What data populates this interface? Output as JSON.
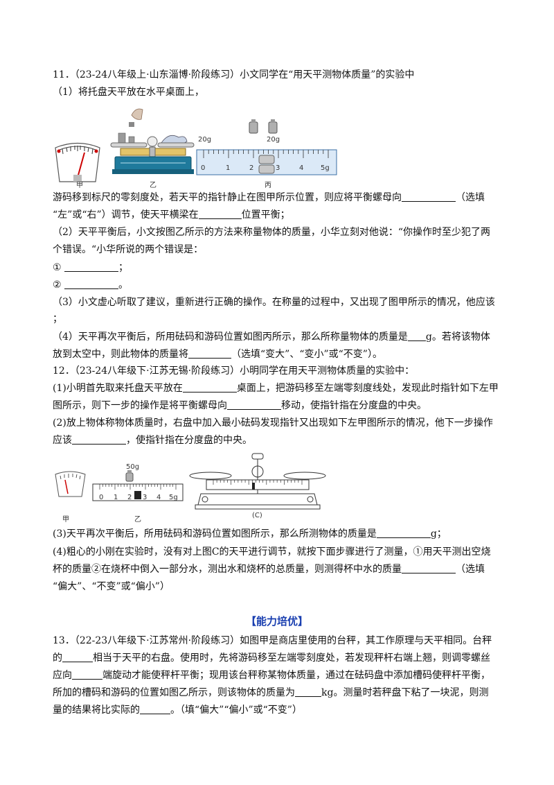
{
  "q11": {
    "head": "11．（23-24八年级上·山东淄博·阶段练习）小文同学在“用天平测物体质量”的实验中",
    "p1": "（1）将托盘天平放在水平桌面上，",
    "fig_captions": {
      "jia": "甲",
      "yi": "乙",
      "bing": "丙"
    },
    "fig_weights": [
      "20g",
      "20g"
    ],
    "fig_scale": [
      "0",
      "1",
      "2",
      "3",
      "4",
      "5g"
    ],
    "p2a": "游码移到标尺的零刻度处，若天平的指针静止在图甲所示位置，则应将平衡螺母向",
    "p2b": "（选填",
    "p3a": "“左”或“右”）调节，使天平横梁在",
    "p3b": "位置平衡；",
    "p4": "（2）天平平衡后，小文按图乙所示的方法来称量物体的质量，小华立刻对他说：“你操作时至少犯了两",
    "p5": "个错误。“小华所说的两个错误是：",
    "e1": "①",
    "e1_end": "；",
    "e2": "②",
    "e2_end": "。",
    "p6": "（3）小文虚心听取了建议，重新进行正确的操作。在称量的过程中，又出现了图甲所示的情况，他应该",
    "p7": "；",
    "p8a": "（4）天平再次平衡后，所用砝码和游码位置如图丙所示，那么所称量物体的质量是",
    "p8b": "g。若将该物体",
    "p9a": "放到太空中，则此物体的质量将",
    "p9b": "（选填“变大”、“变小”或“不变”）。"
  },
  "q12": {
    "head": "12．（23-24八年级下·江苏无锡·阶段练习）小明同学在用天平测物体质量的实验中：",
    "p1a": "(1)小明首先取来托盘天平放在",
    "p1b": "桌面上，把游码移至左端零刻度线处，发现此时指针如下左甲",
    "p2a": "图所示，则下一步的操作是将平衡螺母向",
    "p2b": "移动，使指针指在分度盘的中央。",
    "p3": "(2)放上物体称物体质量时，右盘中加入最小砝码发现指针又出现如下左甲图所示的情况，他下一步操作",
    "p4a": "应该",
    "p4b": "，使指针指在分度盘的中央。",
    "fig_captions": {
      "jia": "甲",
      "yi": "乙",
      "c": "(C)"
    },
    "fig_weight": "50g",
    "fig_scale": [
      "0",
      "1",
      "2",
      "3",
      "4",
      "5g"
    ],
    "p5a": "(3)天平再次平衡后，所用砝码和游码位置如图所示，那么所测物体的质量是",
    "p5b": "g；",
    "p6": "(4)粗心的小刚在实验时，没有对上图C的天平进行调节，就按下面步骤进行了测量，①用天平测出空烧",
    "p7a": "杯的质量②在烧杯中倒入一部分水，测出水和烧杯的总质量，则测得杯中水的质量",
    "p7b": "（选填",
    "p8": "“偏大”、“不变”或“偏小”）"
  },
  "section": "【能力培优】",
  "q13": {
    "l1": "13．（22-23八年级下·江苏常州·阶段练习）如图甲是商店里使用的台秤，其工作原理与天平相同。台秤",
    "l2a": "的",
    "l2b": "相当于天平的右盘。使用时，先将游码移至左端零刻度处，若发现秤杆右端上翘，则调零螺丝",
    "l3a": "应向",
    "l3b": "端旋动才能使秤杆平衡；现用该台秤称某物体质量，通过在砝码盘中添加槽码使秤杆平衡，",
    "l4a": "所加的槽码和游码的位置如图乙所示，则该物体的质量为",
    "l4b": "kg。测量时若秤盘下粘了一块泥，则测",
    "l5a": "量的结果将比实际的",
    "l5b": "。（填“偏大”“偏小”或“不变”）"
  },
  "colors": {
    "section": "#1a3fb0",
    "scale_bg": "#dbe9f7"
  }
}
